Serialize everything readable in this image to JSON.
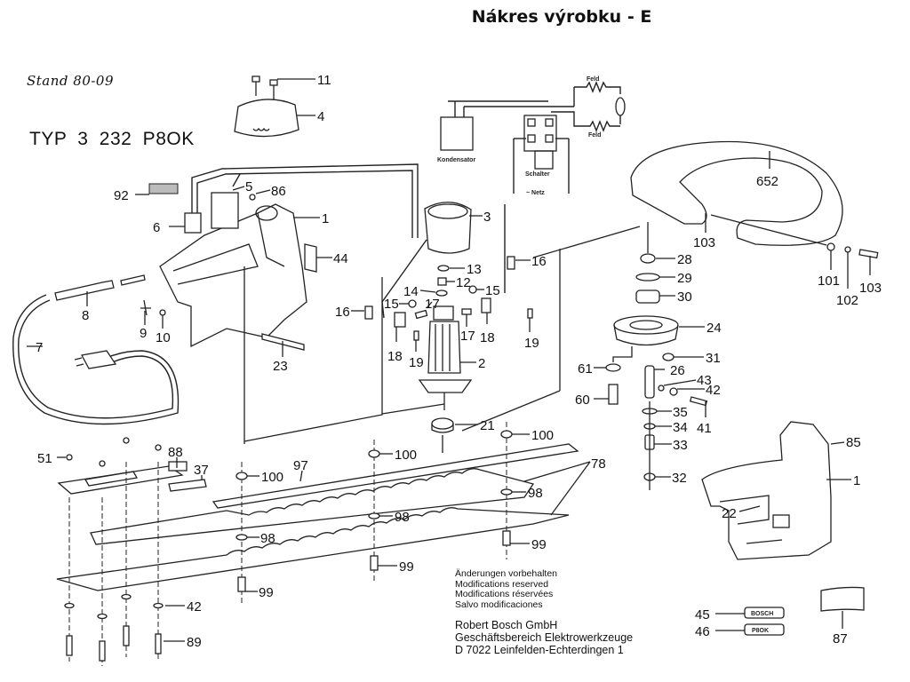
{
  "header": {
    "title": "Nákres výrobku - E",
    "stand": "Stand 80-09",
    "model": "TYP 3 232 P8OK"
  },
  "wiring": {
    "kondensator": "Kondensator",
    "schalter": "Schalter",
    "netz": "~ Netz",
    "feld_top": "Feld",
    "feld_bottom": "Feld"
  },
  "part_labels": {
    "p11": "11",
    "p4": "4",
    "p92": "92",
    "p5": "5",
    "p86": "86",
    "p6": "6",
    "p1a": "1",
    "p44": "44",
    "p8": "8",
    "p9": "9",
    "p10": "10",
    "p7": "7",
    "p23": "23",
    "p16a": "16",
    "p3": "3",
    "p13": "13",
    "p12": "12",
    "p14": "14",
    "p15a": "15",
    "p15b": "15",
    "p17a": "17",
    "p17b": "17",
    "p18a": "18",
    "p18b": "18",
    "p19a": "19",
    "p19b": "19",
    "p16b": "16",
    "p2": "2",
    "p21": "21",
    "p652": "652",
    "p103a": "103",
    "p101": "101",
    "p102": "102",
    "p103b": "103",
    "p28": "28",
    "p29": "29",
    "p30": "30",
    "p24": "24",
    "p31": "31",
    "p61": "61",
    "p26": "26",
    "p43": "43",
    "p42a": "42",
    "p60": "60",
    "p41": "41",
    "p35": "35",
    "p34": "34",
    "p33": "33",
    "p32": "32",
    "p85": "85",
    "p1b": "1",
    "p22": "22",
    "p51": "51",
    "p88": "88",
    "p37": "37",
    "p100a": "100",
    "p97": "97",
    "p100b": "100",
    "p100c": "100",
    "p78": "78",
    "p98a": "98",
    "p98b": "98",
    "p98c": "98",
    "p99a": "99",
    "p99b": "99",
    "p99c": "99",
    "p42b": "42",
    "p89": "89",
    "p45": "45",
    "p46": "46",
    "p87": "87"
  },
  "badges": {
    "bosch": "BOSCH",
    "model_plate": "P8OK"
  },
  "notes": [
    "Änderungen vorbehalten",
    "Modifications reserved",
    "Modifications réservées",
    "Salvo modificaciones"
  ],
  "manufacturer": [
    "Robert Bosch GmbH",
    "Geschäftsbereich Elektrowerkzeuge",
    "D 7022 Leinfelden-Echterdingen 1"
  ]
}
